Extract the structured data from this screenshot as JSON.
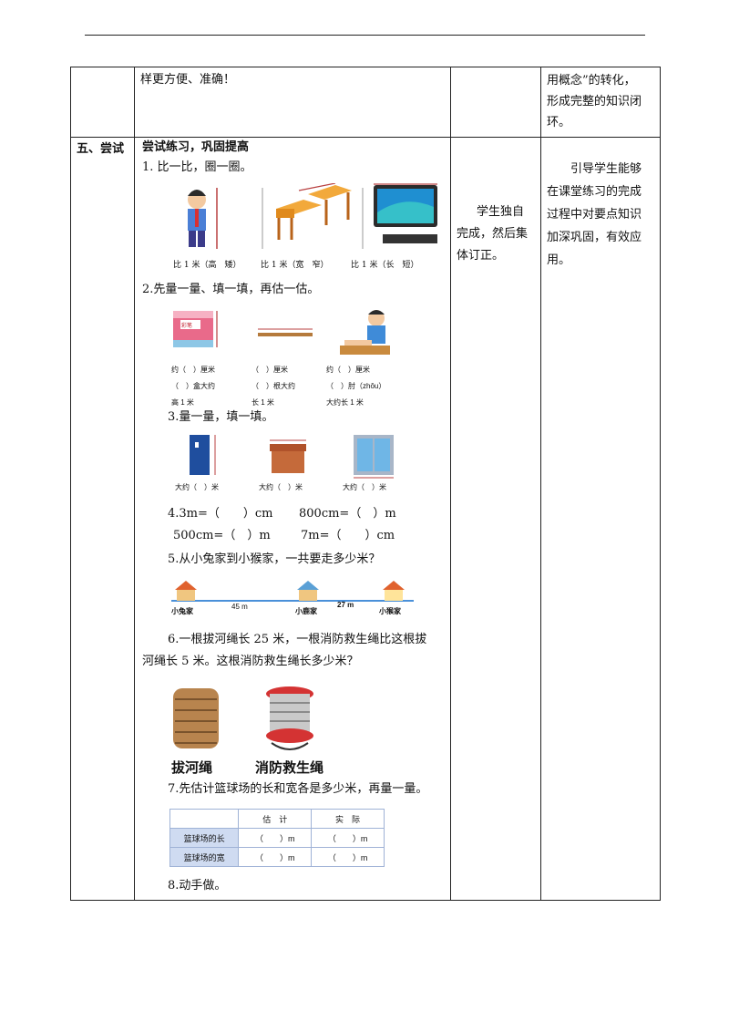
{
  "row1": {
    "content": "样更方便、准确！",
    "note": [
      "用概念”的转化，",
      "形成完整的知识闭",
      "环。"
    ]
  },
  "row2": {
    "stage": "五、尝试",
    "heading": "尝试练习，巩固提高",
    "q1": {
      "text": "1. 比一比，圈一圈。",
      "captions": [
        "比 1 米（高　矮）",
        "比 1 米（宽　窄）",
        "比 1 米（长　短）"
      ]
    },
    "q2": {
      "text": "2.先量一量、填一填，再估一估。",
      "box_label": "彩笔",
      "items": [
        [
          "约（　）厘米",
          "（　）盒大约",
          "高 1 米"
        ],
        [
          "（　）厘米",
          "（　）根大约",
          "长 1 米"
        ],
        [
          "约（　）厘米",
          "（　）肘（zhǒu）",
          "大约长 1 米"
        ]
      ]
    },
    "q3": {
      "text": "3.量一量，填一填。",
      "captions": [
        "大约（　）米",
        "大约（　）米",
        "大约（　）米"
      ]
    },
    "q4": {
      "line1a": "4.3m=（　　）cm",
      "line1b": "800cm=（　）m",
      "line2a": "500cm=（　）m",
      "line2b": "7m=（　　）cm"
    },
    "q5": {
      "text": "5.从小兔家到小猴家，一共要走多少米？",
      "place1": "小兔家",
      "dist1": "45 m",
      "place2": "小鹿家",
      "dist2": "27 m",
      "place3": "小猴家"
    },
    "q6": {
      "line1": "6.一根拔河绳长 25 米，一根消防救生绳比这根拔",
      "line2": "河绳长 5 米。这根消防救生绳长多少米？",
      "label1": "拔河绳",
      "label2": "消防救生绳"
    },
    "q7": {
      "text": "7.先估计篮球场的长和宽各是多少米，再量一量。",
      "headers": [
        "",
        "估　计",
        "实　际"
      ],
      "rows": [
        [
          "篮球场的长",
          "（　　）m",
          "（　　）m"
        ],
        [
          "篮球场的宽",
          "（　　）m",
          "（　　）m"
        ]
      ]
    },
    "q8": {
      "text": "8.动手做。"
    },
    "activity": [
      "学生独自",
      "完成，然后集",
      "体订正。"
    ],
    "intent": [
      "引导学生能够",
      "在课堂练习的完成",
      "过程中对要点知识",
      "加深巩固，有效应",
      "用。"
    ]
  },
  "colors": {
    "accent_red": "#c0202e",
    "table_header": "#cfdbf1",
    "line": "#222222"
  }
}
